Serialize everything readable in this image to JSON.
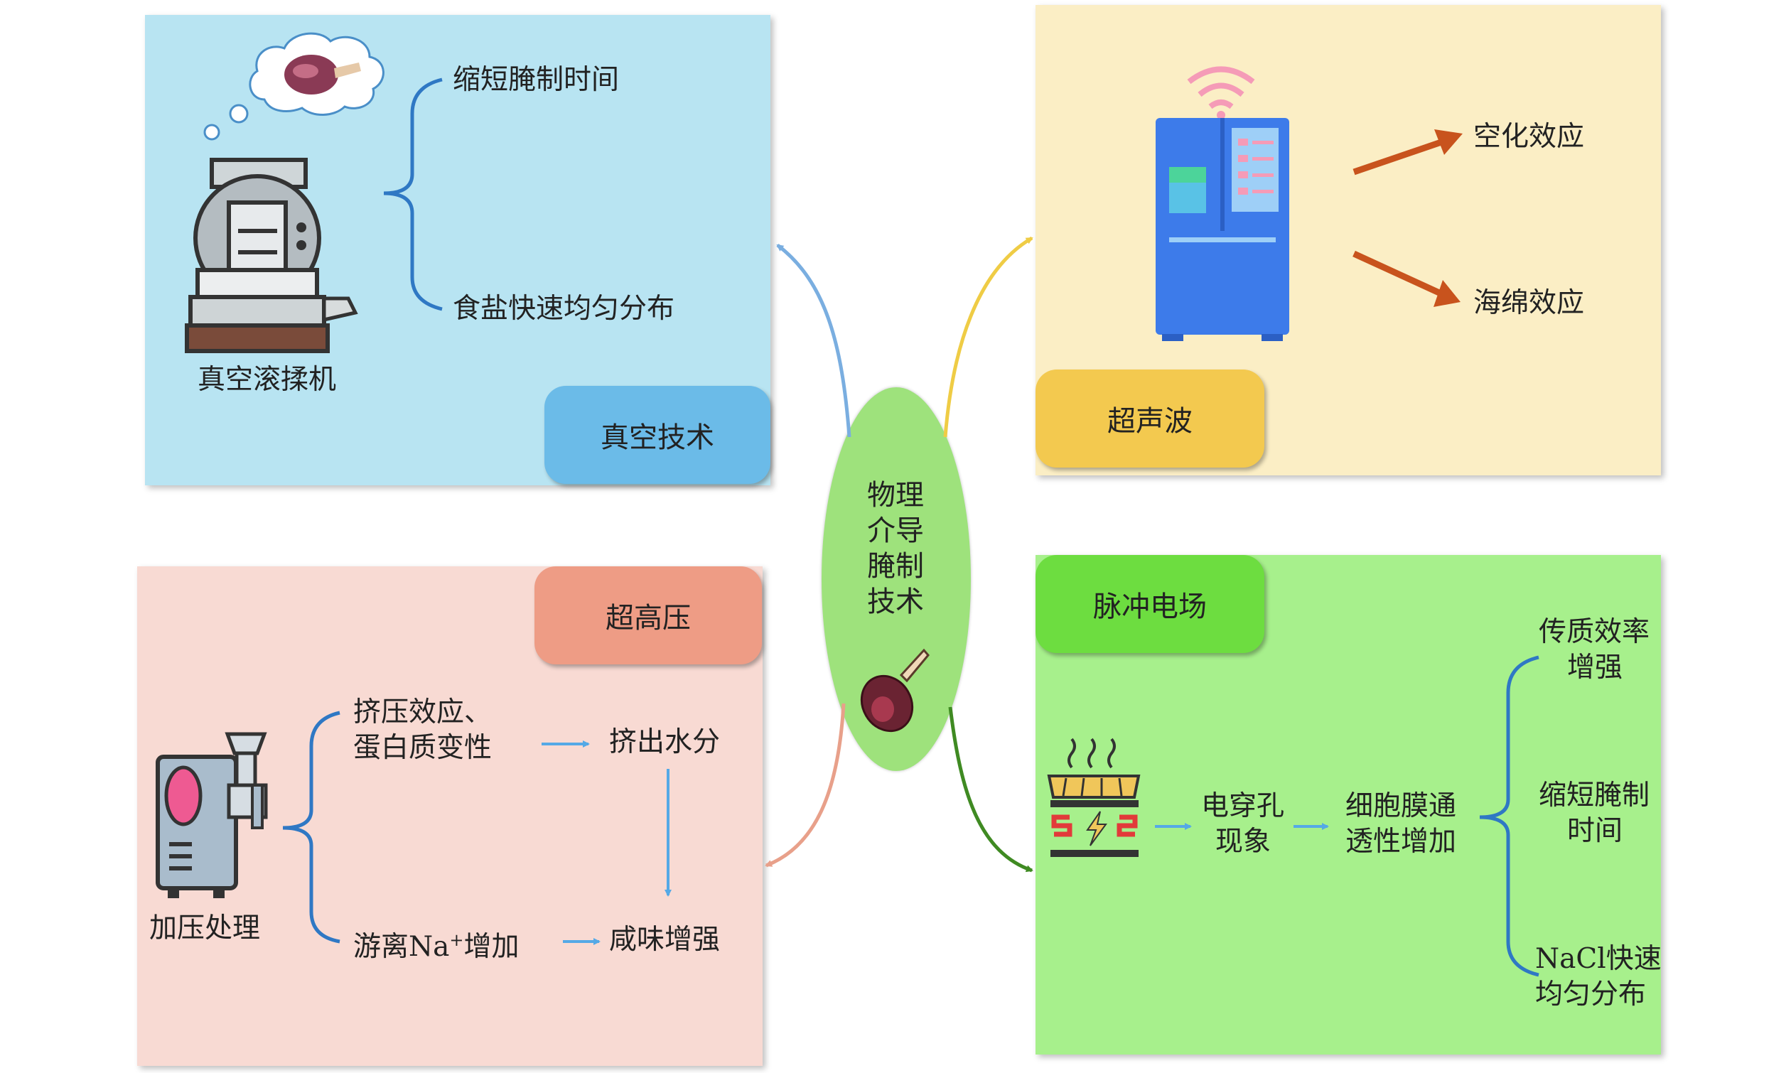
{
  "center": {
    "label": "物理介导腌制技术"
  },
  "vacuum": {
    "title": "真空技术",
    "device_label": "真空滚揉机",
    "effects": [
      "缩短腌制时间",
      "食盐快速均匀分布"
    ]
  },
  "ultrasound": {
    "title": "超声波",
    "effects": [
      "空化效应",
      "海绵效应"
    ]
  },
  "high_pressure": {
    "title": "超高压",
    "device_label": "加压处理",
    "effect_1_line1": "挤压效应、",
    "effect_1_line2": "蛋白质变性",
    "effect_1_result": "挤出水分",
    "effect_2_prefix": "游离Na",
    "effect_2_sup": "+",
    "effect_2_suffix": "增加",
    "effect_2_result": "咸味增强"
  },
  "pulsed_electric": {
    "title": "脉冲电场",
    "step_1_line1": "电穿孔",
    "step_1_line2": "现象",
    "step_2_line1": "细胞膜通",
    "step_2_line2": "透性增加",
    "results": [
      {
        "line1": "传质效率",
        "line2": "增强"
      },
      {
        "line1": "缩短腌制",
        "line2": "时间"
      },
      {
        "line1": "NaCl快速",
        "line2": "均匀分布"
      }
    ]
  },
  "colors": {
    "vacuum_bg": "#b8e4f2",
    "ultrasound_bg": "#fbeec5",
    "hpp_bg": "#f8dad3",
    "pef_bg": "#a7f08c",
    "brace_blue": "#2f78c4",
    "arrow_orange": "#c8531d",
    "center_green": "#9ee27c"
  },
  "icons": [
    "thought-bubble-meat-icon",
    "vacuum-tumbler-icon",
    "ultrasonic-fridge-icon",
    "meat-grinder-icon",
    "pulsed-heater-icon",
    "ham-leg-icon"
  ]
}
